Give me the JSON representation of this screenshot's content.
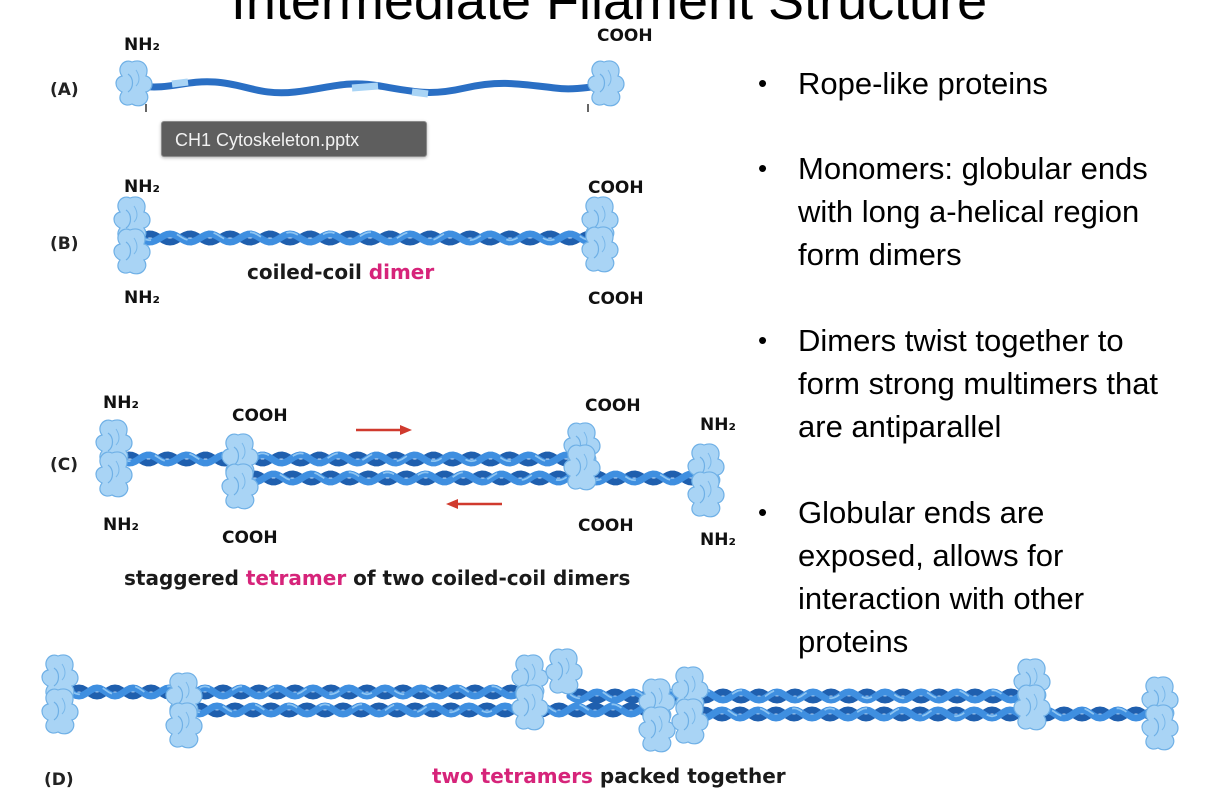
{
  "title": "Intermediate Filament Structure",
  "tooltip": "CH1 Cytoskeleton.pptx",
  "panels": {
    "a": {
      "label": "(A)",
      "nh2": "NH₂",
      "cooh": "COOH"
    },
    "b": {
      "label": "(B)",
      "nh2_top": "NH₂",
      "nh2_bottom": "NH₂",
      "cooh_top": "COOH",
      "cooh_bottom": "COOH",
      "caption_plain": "coiled-coil ",
      "caption_highlight": "dimer"
    },
    "c": {
      "label": "(C)",
      "nh2_left_top": "NH₂",
      "nh2_left_bottom": "NH₂",
      "cooh_mid_top": "COOH",
      "cooh_mid_bottom": "COOH",
      "cooh_right_top": "COOH",
      "cooh_right_bottom": "COOH",
      "nh2_right_top": "NH₂",
      "nh2_right_bottom": "NH₂",
      "caption_plain_1": "staggered ",
      "caption_highlight": "tetramer",
      "caption_plain_2": " of two coiled-coil dimers"
    },
    "d": {
      "label": "(D)",
      "caption_highlight": "two tetramers",
      "caption_plain": " packed together"
    }
  },
  "bullets": [
    "Rope-like proteins",
    "Monomers: globular ends with long a-helical region form dimers",
    "Dimers twist together to form strong multimers that are antiparallel",
    "Globular ends are exposed, allows for interaction with other proteins"
  ],
  "bullet_lines": [
    [
      "Rope-like proteins"
    ],
    [
      "Monomers: globular ends",
      "with long a-helical region",
      "form dimers"
    ],
    [
      "Dimers twist together to",
      "form strong multimers that",
      "are antiparallel"
    ],
    [
      "Globular ends are",
      "exposed, allows for",
      "interaction with other",
      "proteins"
    ]
  ],
  "colors": {
    "rope_dark": "#2a6fc4",
    "rope_mid": "#3f8fe0",
    "rope_light": "#8ec5f2",
    "globule": "#a9d4f5",
    "globule_edge": "#6fb0e6",
    "arrow": "#d03a2e",
    "highlight": "#d6247a"
  }
}
